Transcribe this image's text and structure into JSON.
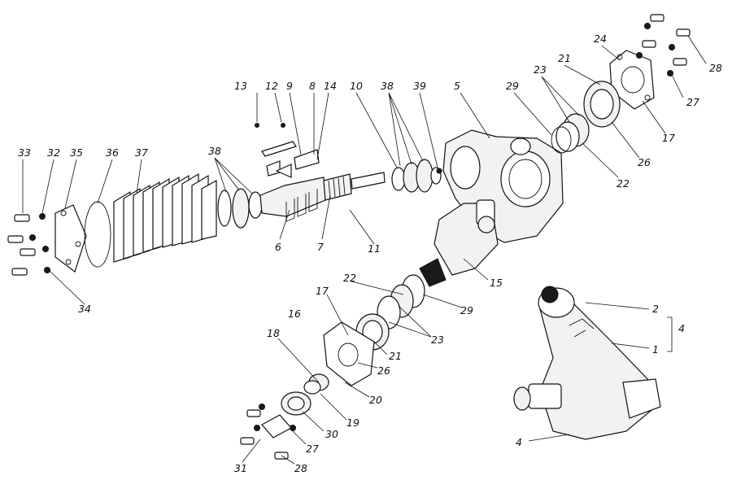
{
  "labels": {
    "l1": "1",
    "l2": "2",
    "l4a": "4",
    "l4b": "4",
    "l5": "5",
    "l6": "6",
    "l7": "7",
    "l8": "8",
    "l9": "9",
    "l10": "10",
    "l11": "11",
    "l12": "12",
    "l13": "13",
    "l14": "14",
    "l15": "15",
    "l16": "16",
    "l17a": "17",
    "l17b": "17",
    "l18": "18",
    "l19": "19",
    "l20": "20",
    "l21a": "21",
    "l21b": "21",
    "l22a": "22",
    "l22b": "22",
    "l23a": "23",
    "l23b": "23",
    "l24": "24",
    "l26a": "26",
    "l26b": "26",
    "l27a": "27",
    "l27b": "27",
    "l28a": "28",
    "l28b": "28",
    "l29a": "29",
    "l29b": "29",
    "l30": "30",
    "l31": "31",
    "l32": "32",
    "l33": "33",
    "l34": "34",
    "l35": "35",
    "l36": "36",
    "l37": "37",
    "l38a": "38",
    "l38b": "38",
    "l39": "39"
  }
}
